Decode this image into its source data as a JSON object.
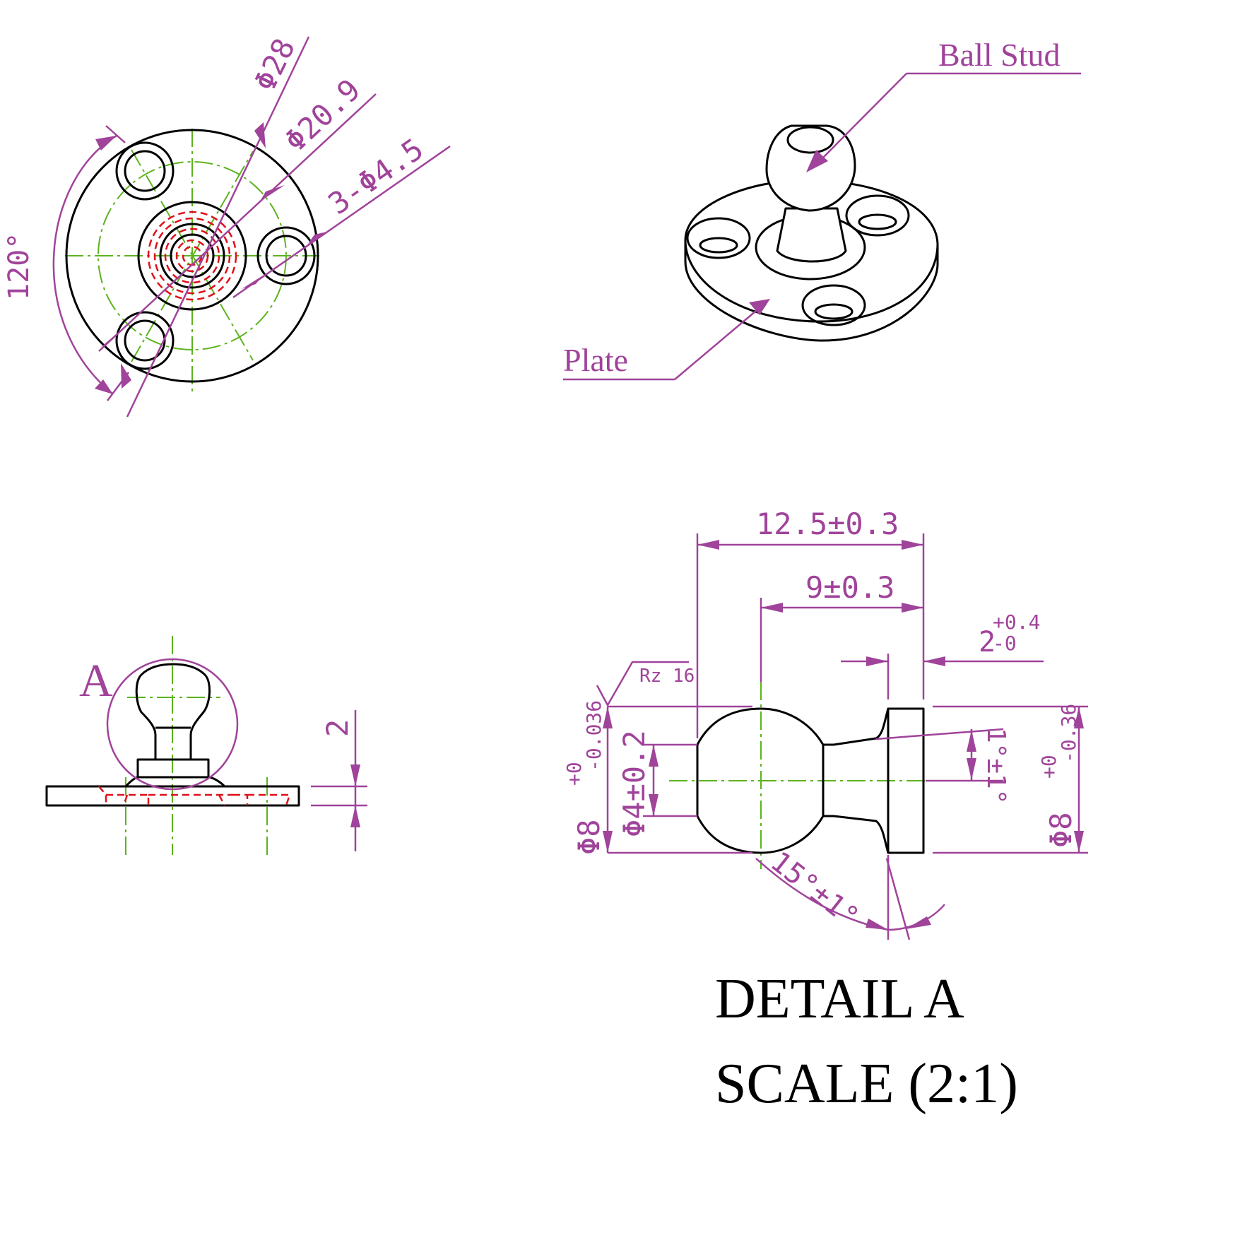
{
  "top_view": {
    "dia_outer": "Φ28",
    "dia_bolt_circle": "Φ20.9",
    "holes": "3-Φ4.5",
    "angle": "120°"
  },
  "iso_view": {
    "ball_stud_label": "Ball Stud",
    "plate_label": "Plate"
  },
  "side_view": {
    "detail_letter": "A",
    "plate_thickness": "2"
  },
  "detail": {
    "length_total": "12.5±0.3",
    "length_ball": "9±0.3",
    "flange_base": "2",
    "flange_upper": "+0.4",
    "flange_lower": "-0",
    "roughness": "Rz 16",
    "ball_dia": "Φ8",
    "ball_tol_upper": "+0",
    "ball_tol_lower": "-0.036",
    "neck_dia": "Φ4±0.2",
    "flange_dia": "Φ8",
    "flange_tol_upper": "+0",
    "flange_tol_lower": "-0.36",
    "taper_angle": "1°±1°",
    "flank_angle": "15°±1°",
    "title_line1": "DETAIL A",
    "title_line2": "SCALE (2:1)"
  },
  "colors": {
    "dimension": "#a0439a",
    "centerline": "#5cb31e",
    "hidden_line": "#e0101a",
    "object_line": "#000000"
  }
}
